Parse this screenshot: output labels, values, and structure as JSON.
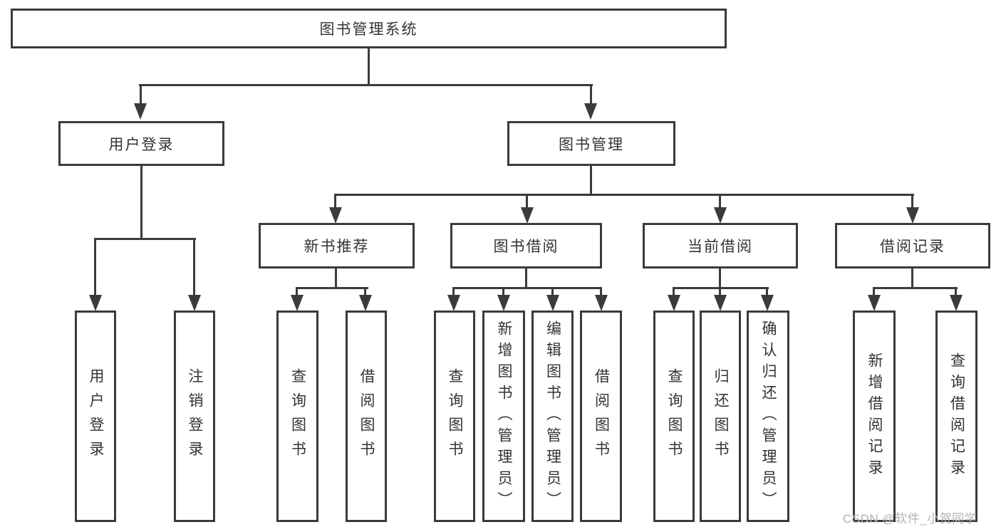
{
  "nodes": {
    "root": "图书管理系统",
    "level2": [
      "用户登录",
      "图书管理"
    ],
    "level3": [
      "新书推荐",
      "图书借阅",
      "当前借阅",
      "借阅记录"
    ],
    "leaves_user": [
      "用户登录",
      "注销登录"
    ],
    "leaves_newbook": [
      "查询图书",
      "借阅图书"
    ],
    "leaves_borrow": [
      "查询图书",
      "新增图书（管理员）",
      "编辑图书（管理员）",
      "借阅图书"
    ],
    "leaves_current": [
      "查询图书",
      "归还图书",
      "确认归还（管理员）"
    ],
    "leaves_record": [
      "新增借阅记录",
      "查询借阅记录"
    ]
  },
  "watermark": "CSDN @软件_小贺同学",
  "colors": {
    "line": "#3b3b3b",
    "text": "#333333",
    "watermark": "#b3b3b3"
  }
}
